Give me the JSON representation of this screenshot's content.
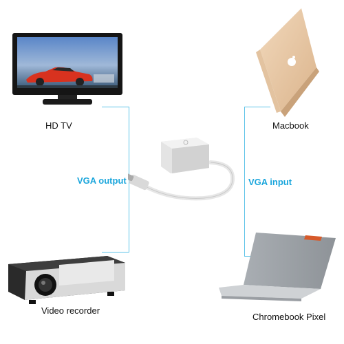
{
  "colors": {
    "accent": "#1ba6dc",
    "line": "#5cc3e8"
  },
  "devices": {
    "tv_label": "HD TV",
    "macbook_label": "Macbook",
    "projector_label": "Video recorder",
    "chromebook_label": "Chromebook Pixel"
  },
  "connections": {
    "output_label": "VGA output",
    "input_label": "VGA input"
  },
  "icons": {
    "tv": "tv-icon",
    "macbook": "laptop-icon",
    "adapter": "usb-c-to-vga-adapter-icon",
    "projector": "projector-icon",
    "chromebook": "laptop-icon"
  }
}
